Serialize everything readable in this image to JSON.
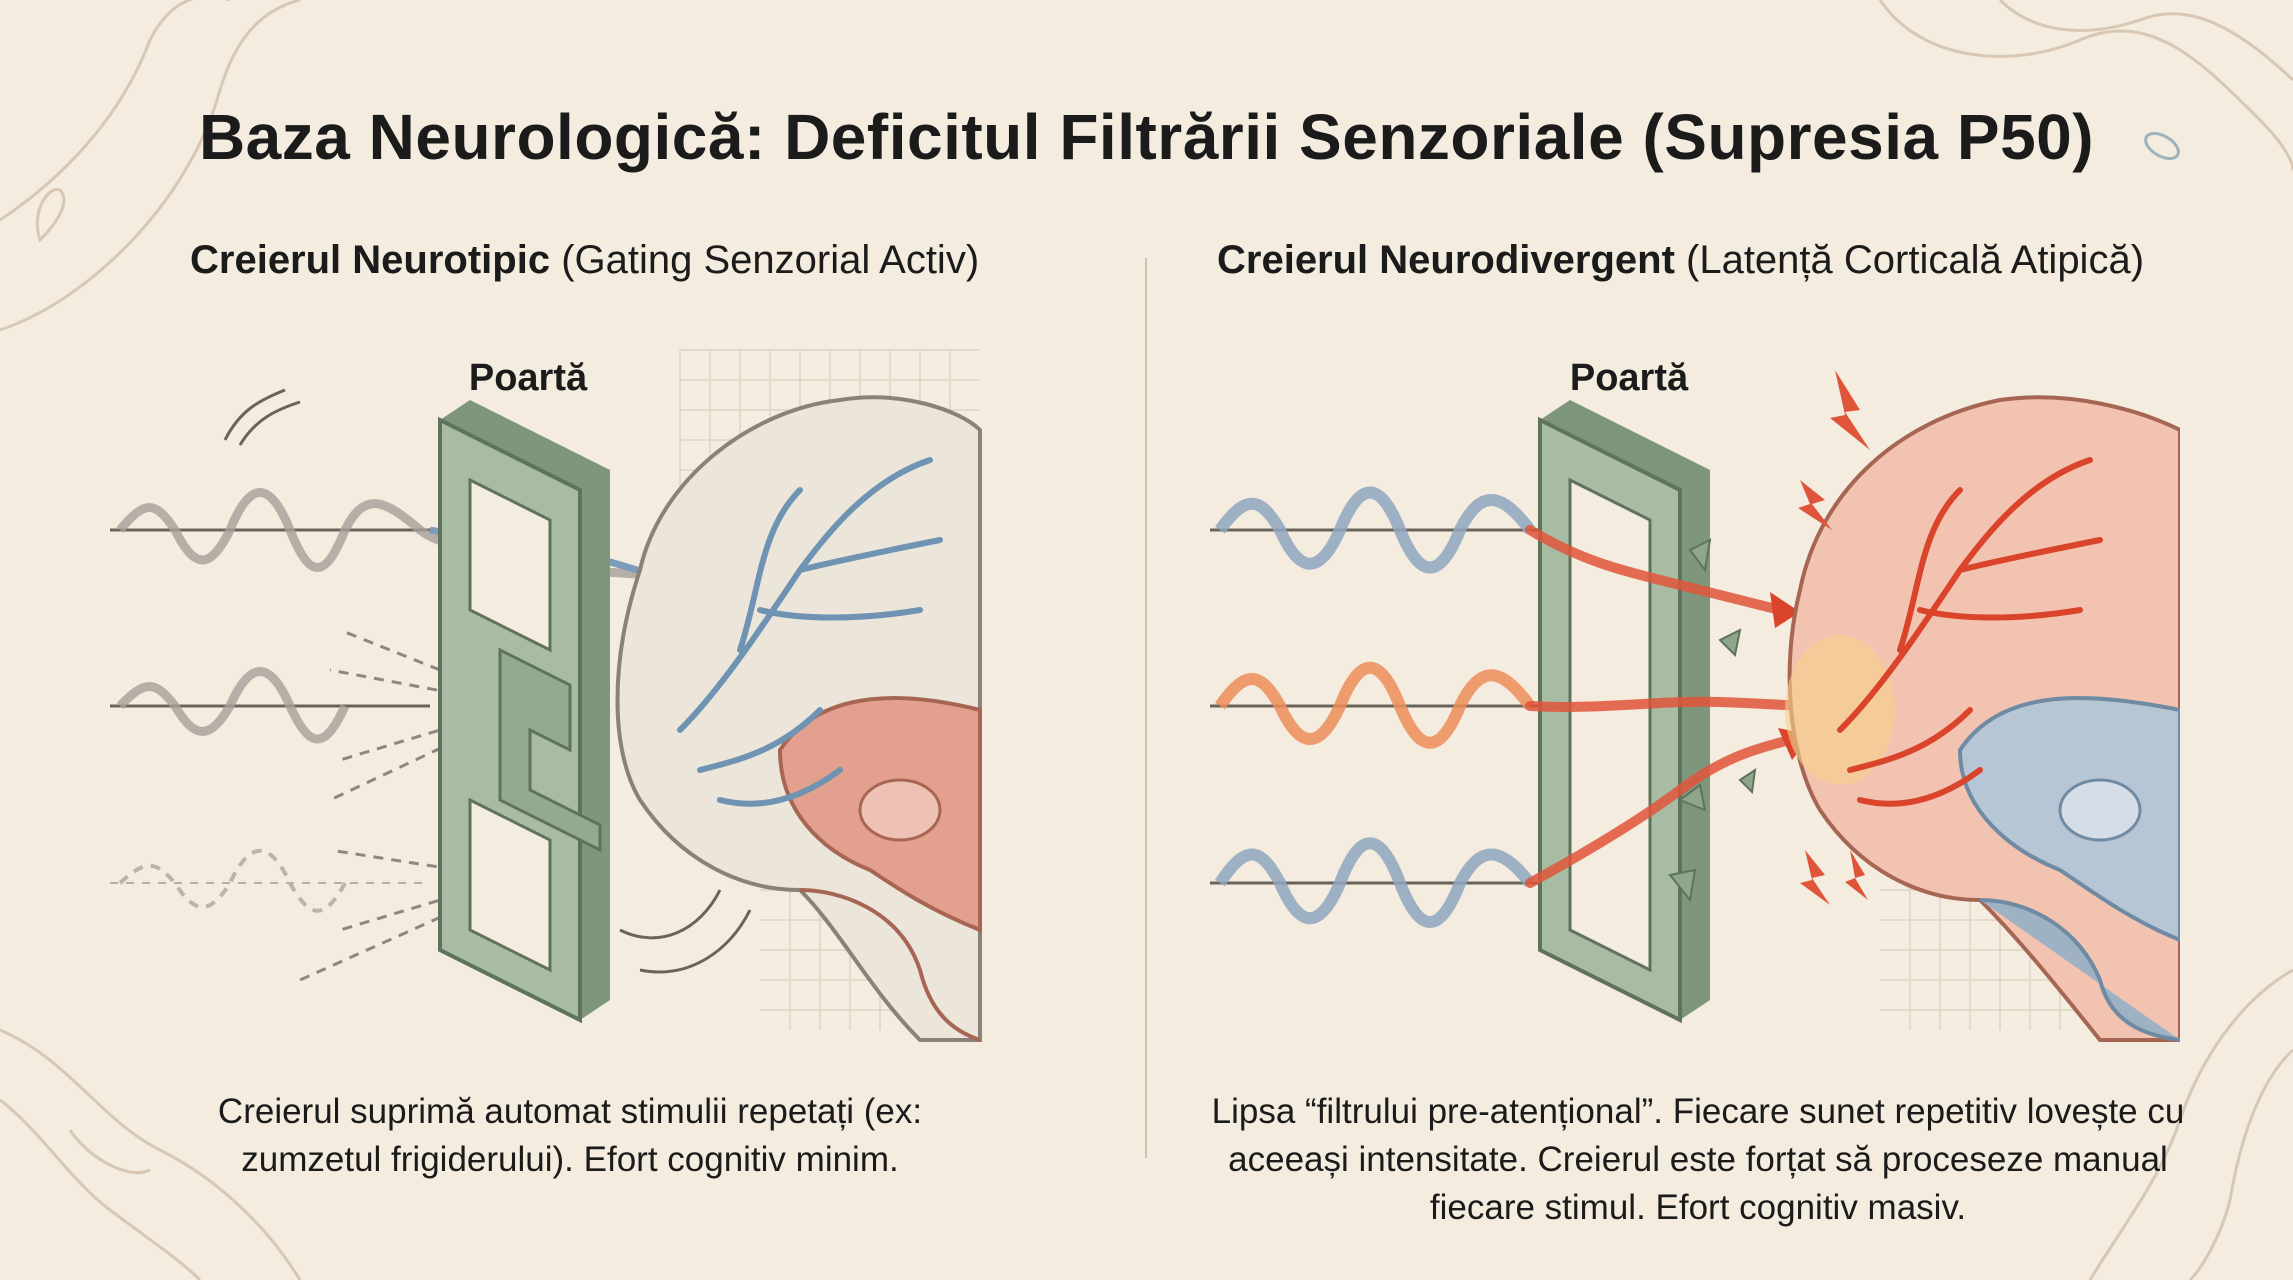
{
  "title": "Baza Neurologică: Deficitul Filtrării Senzoriale (Supresia P50)",
  "left_panel": {
    "heading_bold": "Creierul Neurotipic",
    "heading_rest": " (Gating Senzorial Activ)",
    "gate_label": "Poartă",
    "caption": "Creierul suprimă automat stimulii repetați (ex: zumzetul frigiderului). Efort cognitiv minim."
  },
  "right_panel": {
    "heading_bold": "Creierul Neurodivergent",
    "heading_rest": " (Latență Corticală Atipică)",
    "gate_label": "Poartă",
    "caption": "Lipsa “filtrului pre-atențional”. Fiecare sunet repetitiv lovește cu aceeași intensitate. Creierul este forțat să proceseze manual fiecare stimul. Efort cognitiv masiv."
  },
  "icons": [
    "sound-wave-icon",
    "gate-icon",
    "brain-icon",
    "lightning-icon",
    "crack-icon"
  ],
  "colors": {
    "background": "#f3ecdf",
    "gate_green": "#8fa68d",
    "neural_blue": "#6f93b3",
    "alert_red": "#e0553a",
    "wave_orange": "#ec8d5a",
    "brain_pink": "#e3a08e"
  }
}
